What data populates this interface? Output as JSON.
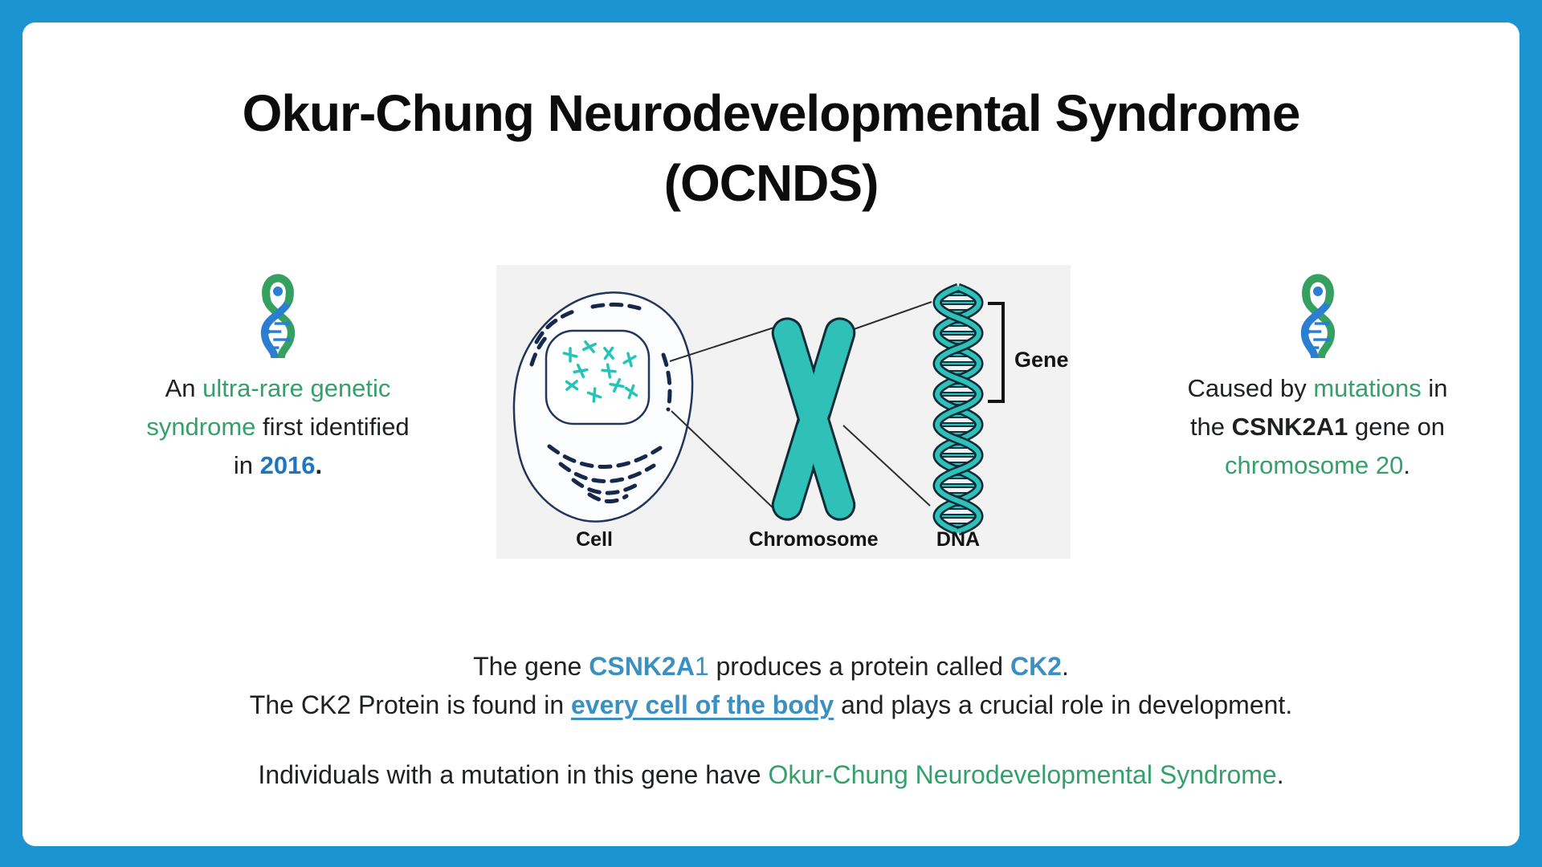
{
  "title": {
    "line1": "Okur-Chung Neurodevelopmental Syndrome",
    "line2": "(OCNDS)"
  },
  "colors": {
    "frame_blue": "#1b94d1",
    "green_accent": "#35a06c",
    "blue_accent": "#1e76c2",
    "steel_blue_accent": "#3b90c1",
    "figure_teal": "#2fc0b8",
    "figure_navy": "#1c3354",
    "figure_bg": "#f2f2f2"
  },
  "left_note": {
    "s1": "An ",
    "s2": "ultra-rare genetic syndrome",
    "s3": " first identified in ",
    "s4": "2016",
    "s5": "."
  },
  "right_note": {
    "s1": "Caused by ",
    "s2": "mutations",
    "s3": " in the ",
    "s4": "CSNK2A1",
    "s5": " gene on ",
    "s6": "chromosome 20",
    "s7": "."
  },
  "figure": {
    "label_cell": "Cell",
    "label_chromosome": "Chromosome",
    "label_dna": "DNA",
    "label_gene": "Gene"
  },
  "body_text": {
    "p1": {
      "s1": "The gene ",
      "s2": "CSNK2A",
      "s3": "1",
      "s4": " produces a protein called ",
      "s5": "CK2",
      "s6": "."
    },
    "p2": {
      "s1": "The CK2 Protein is found in ",
      "s2": "every cell of the body",
      "s3": " and plays a crucial role in development."
    },
    "p3": {
      "s1": "Individuals with a mutation in this gene have ",
      "s2": "Okur-Chung Neurodevelopmental Syndrome",
      "s3": "."
    }
  }
}
